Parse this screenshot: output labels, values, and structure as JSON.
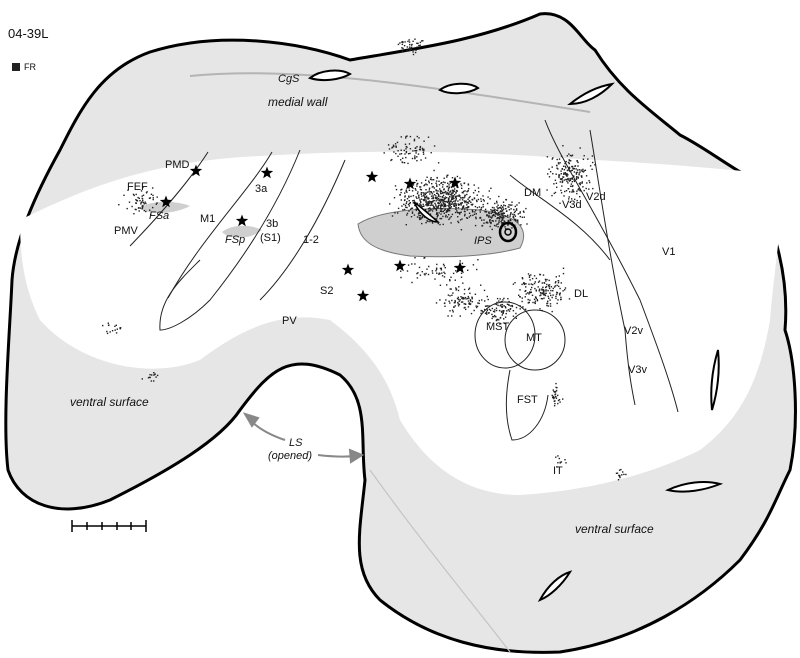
{
  "case_id": "04-39L",
  "legend": {
    "swatch_color": "#222222",
    "label": "FR"
  },
  "colors": {
    "sheet_fill": "#e6e6e6",
    "outline": "#000000",
    "label_cells": "#222222",
    "fundus": "#cfcfcf"
  },
  "areas": {
    "cgs": "CgS",
    "medial_wall": "medial wall",
    "pmd": "PMD",
    "fef": "FEF",
    "fsa": "FSa",
    "pmv": "PMV",
    "m1": "M1",
    "a3a": "3a",
    "a3b": "3b",
    "s1": "(S1)",
    "fsp": "FSp",
    "a12": "1-2",
    "s2": "S2",
    "pv": "PV",
    "ips": "IPS",
    "dm": "DM",
    "v2d": "V2d",
    "v3d": "V3d",
    "v1": "V1",
    "dl": "DL",
    "mst": "MST",
    "mt": "MT",
    "v2v": "V2v",
    "v3v": "V3v",
    "fst": "FST",
    "it": "IT",
    "ventral_surface_left": "ventral surface",
    "ventral_surface_right": "ventral surface",
    "ls": "LS",
    "ls_opened": "(opened)"
  },
  "stars": 11
}
